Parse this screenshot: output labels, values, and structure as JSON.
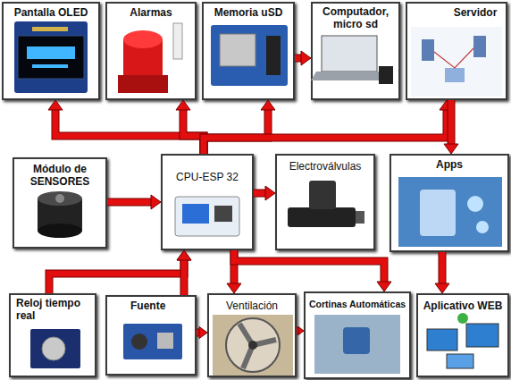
{
  "diagram": {
    "nodes": [
      {
        "text": [
          "Pantalla OLED"
        ]
      },
      {
        "text": [
          "Alarmas"
        ]
      },
      {
        "text": [
          "Memoria uSD"
        ]
      },
      {
        "text": [
          "Computador, micro sd"
        ]
      },
      {
        "text": [
          "Servidor"
        ]
      },
      {
        "text": [
          "Módulo de SENSORES"
        ]
      },
      {
        "text": [
          "CPU-ESP 32"
        ]
      },
      {
        "text": [
          "Electroválvulas"
        ]
      },
      {
        "text": [
          "Apps"
        ]
      },
      {
        "text": [
          "Reloj tiempo real"
        ]
      },
      {
        "text": [
          "Fuente"
        ]
      },
      {
        "text": [
          "Ventilación"
        ]
      },
      {
        "text": [
          "Cortinas Automáticas"
        ]
      },
      {
        "text": [
          "Aplicativo WEB"
        ]
      }
    ],
    "edges": [
      {
        "from": 6,
        "to": 0,
        "arrow": "to"
      },
      {
        "from": 6,
        "to": 1,
        "arrow": "to"
      },
      {
        "from": 6,
        "to": 2,
        "arrow": "to"
      },
      {
        "from": 6,
        "to": 4,
        "arrow": "to"
      },
      {
        "from": 2,
        "to": 3,
        "arrow": "to"
      },
      {
        "from": 4,
        "to": 8,
        "arrow": "to"
      },
      {
        "from": 8,
        "to": 13,
        "arrow": "to"
      },
      {
        "from": 5,
        "to": 6,
        "arrow": "to"
      },
      {
        "from": 6,
        "to": 7,
        "arrow": "to"
      },
      {
        "from": 9,
        "to": 6,
        "arrow": "to"
      },
      {
        "from": 10,
        "to": 6,
        "arrow": "to"
      },
      {
        "from": 6,
        "to": 11,
        "arrow": "to"
      },
      {
        "from": 6,
        "to": 12,
        "arrow": "to"
      },
      {
        "from": 10,
        "to": 11,
        "arrow": "to"
      },
      {
        "from": 11,
        "to": 12,
        "arrow": "to"
      }
    ]
  }
}
